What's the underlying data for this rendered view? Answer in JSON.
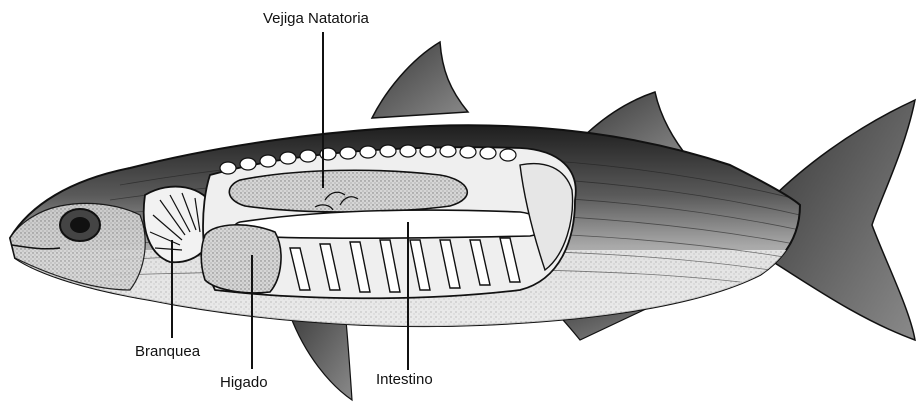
{
  "labels": {
    "swim_bladder": "Vejiga Natatoria",
    "gill": "Branquea",
    "liver": "Higado",
    "intestine": "Intestino"
  },
  "colors": {
    "ink": "#111111",
    "dark_back": "#2b2b2b",
    "mid_body": "#8a8a8a",
    "light_belly": "#d9d9d9",
    "organ_fill": "#c8c8c8"
  }
}
